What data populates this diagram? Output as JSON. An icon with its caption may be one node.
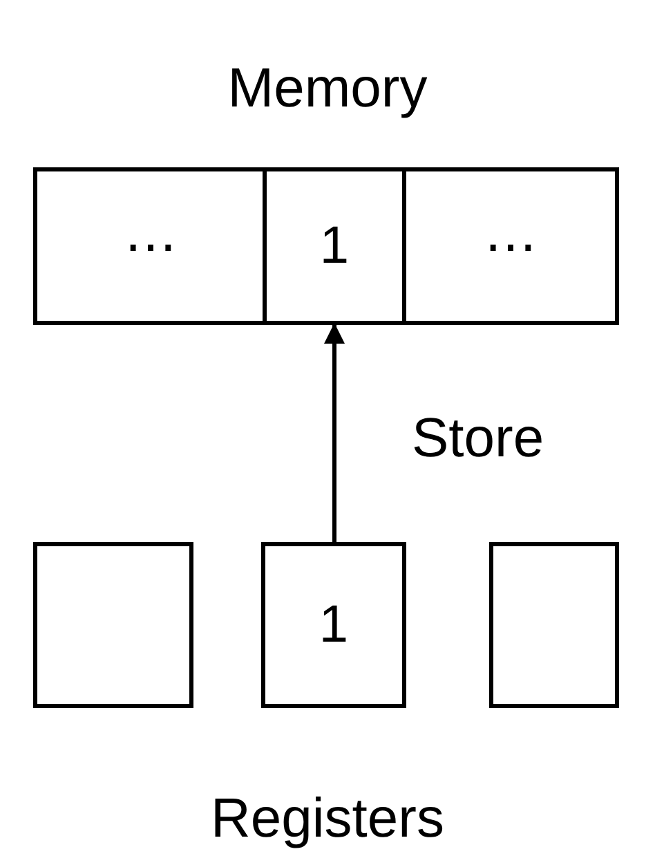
{
  "diagram": {
    "nodes": [
      {
        "text": [
          "⋯"
        ]
      },
      {
        "text": [
          "1"
        ]
      },
      {
        "text": [
          "⋯"
        ]
      },
      {
        "text": [],
        "shape": "box"
      },
      {
        "text": [
          "1"
        ]
      },
      {
        "text": [],
        "shape": "box"
      }
    ],
    "edges": [
      {
        "from": 4,
        "to": 1,
        "arrow": "to",
        "label": "Store"
      }
    ],
    "labels": [
      "Memory",
      "Registers"
    ]
  }
}
